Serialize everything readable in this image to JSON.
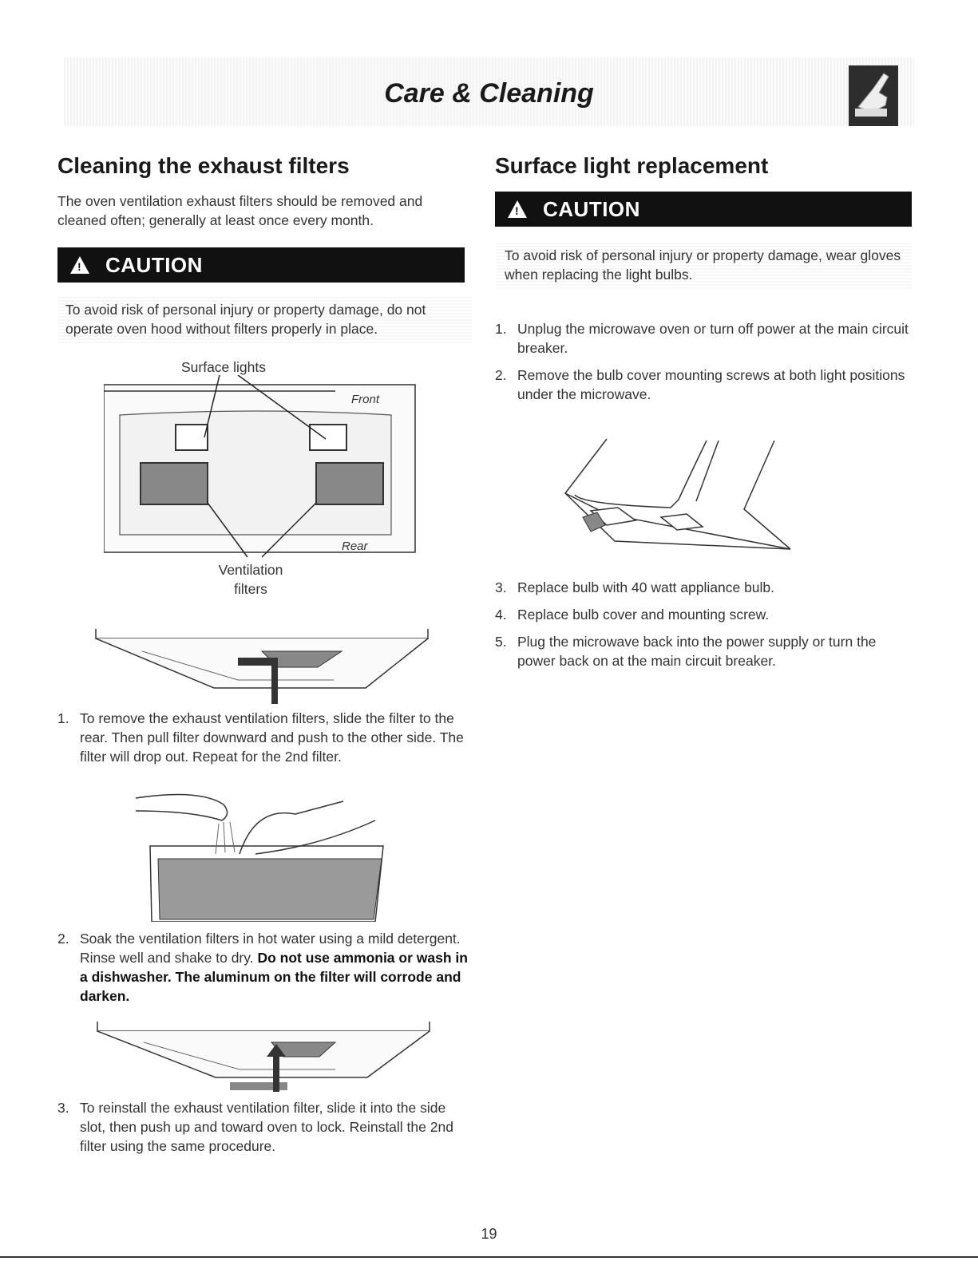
{
  "header": {
    "title": "Care & Cleaning",
    "icon": "cleaning-hand-icon"
  },
  "left": {
    "heading": "Cleaning the exhaust filters",
    "intro": "The oven ventilation exhaust filters should be removed and cleaned often; generally at least once every month.",
    "caution": {
      "label": "CAUTION",
      "text": "To avoid risk of personal injury or property damage, do not operate oven hood without filters properly in place."
    },
    "diagram": {
      "label_surface_lights": "Surface lights",
      "label_front": "Front",
      "label_rear": "Rear",
      "label_ventilation": "Ventilation",
      "label_filters": "filters"
    },
    "steps": [
      {
        "num": "1.",
        "text": "To remove the exhaust ventilation filters, slide the filter to the rear. Then pull filter downward and push to the other side. The filter will drop out. Repeat for the 2nd filter."
      },
      {
        "num": "2.",
        "text": "Soak the ventilation filters in hot water using a mild detergent. Rinse well and shake to dry.",
        "bold": "Do not use ammonia or wash in a dishwasher. The aluminum on the filter will corrode and darken."
      },
      {
        "num": "3.",
        "text": "To reinstall the exhaust ventilation filter, slide it into the side slot, then push up and toward oven to lock. Reinstall the 2nd filter using the same procedure."
      }
    ]
  },
  "right": {
    "heading": "Surface light replacement",
    "caution": {
      "label": "CAUTION",
      "text": "To avoid risk of personal injury or property damage, wear gloves when replacing the light bulbs."
    },
    "steps_a": [
      {
        "num": "1.",
        "text": "Unplug the microwave oven or turn off power at the main circuit breaker."
      },
      {
        "num": "2.",
        "text": "Remove the bulb cover mounting screws at both light positions under the microwave."
      }
    ],
    "steps_b": [
      {
        "num": "3.",
        "text": "Replace bulb with 40 watt appliance bulb."
      },
      {
        "num": "4.",
        "text": "Replace bulb cover and mounting screw."
      },
      {
        "num": "5.",
        "text": "Plug the microwave back into the power supply or turn the power back on at the main circuit breaker."
      }
    ]
  },
  "footer": {
    "page_number": "19"
  }
}
